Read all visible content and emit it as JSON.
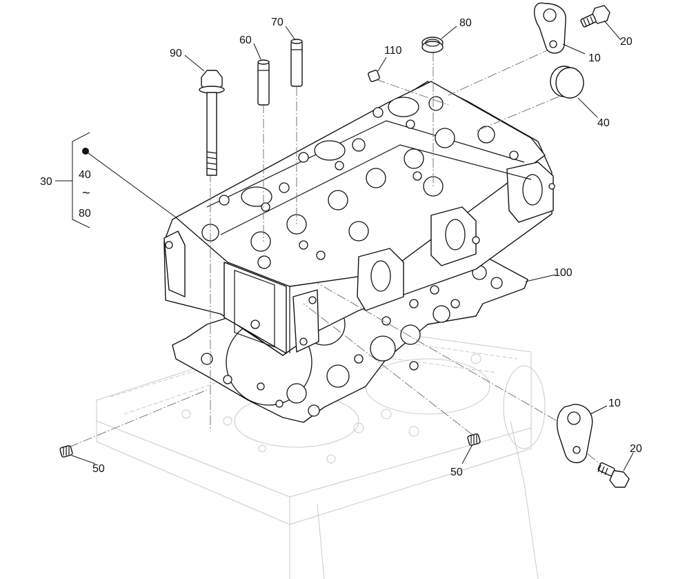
{
  "callouts": {
    "p90": "90",
    "p60": "60",
    "p70": "70",
    "p80_top": "80",
    "p110": "110",
    "p10_top": "10",
    "p20_top": "20",
    "p40_right": "40",
    "p30": "30",
    "range_start": "40",
    "range_tilde": "~",
    "range_end": "80",
    "p100": "100",
    "p10_bottom": "10",
    "p20_bottom": "20",
    "p50_left": "50",
    "p50_right": "50"
  }
}
